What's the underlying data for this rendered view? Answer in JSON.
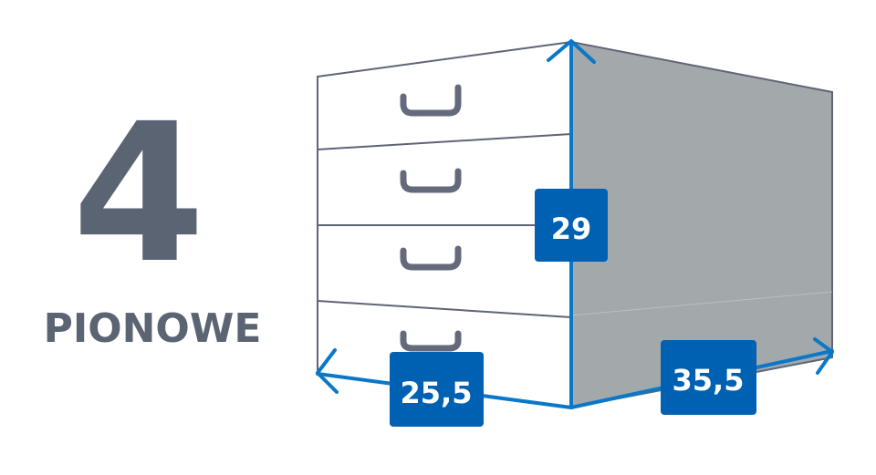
{
  "count": "4",
  "orientation_label": "PIONOWE",
  "dimensions": {
    "height": "29",
    "width": "25,5",
    "depth": "35,5"
  },
  "colors": {
    "accent": "#0061b2",
    "text": "#5b6472",
    "side": "#a3a8ab",
    "outline": "#5f6575"
  }
}
